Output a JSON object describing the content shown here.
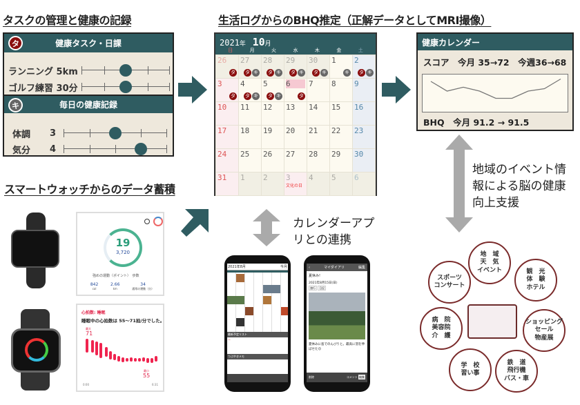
{
  "sections": {
    "task_title": "タスクの管理と健康の記録",
    "bhq_title": "生活ログからのBHQ推定（正解データとしてMRI撮像）",
    "watch_title": "スマートウォッチからのデータ蓄積",
    "calendar_link": "カレンダーアプリとの連携",
    "region_support": "地域のイベント情報による脳の健康向上支援"
  },
  "task_panel": {
    "header1": {
      "badge": "タ",
      "label": "健康タスク・日課"
    },
    "rows1": [
      {
        "label": "ランニング 5km",
        "level": 0.5
      },
      {
        "label": "ゴルフ練習 30分",
        "level": 0.5
      }
    ],
    "header2": {
      "badge": "キ",
      "label": "毎日の健康記録"
    },
    "rows2": [
      {
        "label": "体調",
        "value": "3",
        "level": 0.5
      },
      {
        "label": "気分",
        "value": "4",
        "level": 0.75
      }
    ],
    "colors": {
      "header": "#2f5c61",
      "body": "#eee8dc",
      "badge_task": "#8b0f0f",
      "badge_record": "#666666"
    }
  },
  "calendar": {
    "year": "2021",
    "year_unit": "年",
    "month": "10",
    "month_unit": "月",
    "weekdays": [
      "日",
      "月",
      "火",
      "水",
      "木",
      "金",
      "土"
    ],
    "weeks": [
      [
        "26",
        "27",
        "28",
        "29",
        "30",
        "1",
        "2"
      ],
      [
        "3",
        "4",
        "5",
        "6",
        "7",
        "8",
        "9"
      ],
      [
        "10",
        "11",
        "12",
        "13",
        "14",
        "15",
        "16"
      ],
      [
        "17",
        "18",
        "19",
        "20",
        "21",
        "22",
        "23"
      ],
      [
        "24",
        "25",
        "26",
        "27",
        "28",
        "29",
        "30"
      ],
      [
        "31",
        "1",
        "2",
        "3",
        "4",
        "5",
        "6"
      ]
    ],
    "marks": [
      [
        [
          "タ"
        ],
        [
          "タ",
          "キ"
        ],
        [
          "タ",
          "キ"
        ],
        [
          "タ",
          "キ"
        ],
        [
          "タ",
          "キ"
        ],
        [
          "キ"
        ],
        [
          "タ",
          "キ"
        ]
      ],
      [
        [
          "タ"
        ],
        [
          "タ",
          "キ"
        ],
        [
          "タ",
          "キ"
        ],
        [
          "タ"
        ],
        [],
        [],
        []
      ]
    ],
    "holiday": "文化の日"
  },
  "health_calendar": {
    "title": "健康カレンダー",
    "score": "スコア　今月 35→72　今週36→68",
    "chart_values": [
      60,
      40,
      48,
      40,
      25,
      25,
      40,
      45,
      65
    ],
    "bhq": "BHQ　今月 91.2 → 91.5"
  },
  "fitness_card": {
    "points": "19",
    "steps": "3,720",
    "legend_points": "強めの運動（ポイント）",
    "legend_steps": "歩数",
    "stats": [
      {
        "value": "842",
        "unit": "cal"
      },
      {
        "value": "2.66",
        "unit": "km"
      },
      {
        "value": "34",
        "unit": "通常の運動（分）"
      }
    ]
  },
  "heart_card": {
    "title": "心拍数: 睡眠",
    "summary": "睡眠中の心拍数は 55～71拍/分でした。",
    "max_label": "最大",
    "max": "71",
    "min_label": "最小",
    "min": "55",
    "x_start": "0:00",
    "x_end": "6:31"
  },
  "phone1": {
    "title": "2021年8月",
    "button": "今月",
    "list1": "最新予定リスト",
    "list2": "つぶやきメモ"
  },
  "phone2": {
    "title": "マイダイアリ",
    "edit": "編集",
    "entry_title": "夏休み!",
    "date": "2021年8月15日(日)",
    "tags": [
      "旅行",
      "日記"
    ],
    "text": "夏休みに島でのんびりと。最高に羽を伸ばせた😊",
    "buttons": [
      "削除",
      "コメント",
      "編集"
    ]
  },
  "region_circles": [
    "地　域\n天　気\nイベント",
    "観　光\n体　験\nホテル",
    "ショッピング\nセール\n物産展",
    "鉄　道\n飛行機\nバス・車",
    "学　校\n習い事",
    "病　院\n美容院\n介　護",
    "スポーツ\nコンサート"
  ]
}
